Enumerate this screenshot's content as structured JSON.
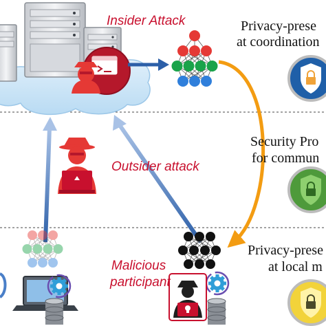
{
  "labels": {
    "insider_attack": "Insider Attack",
    "outsider_attack": "Outsider attack",
    "malicious_line1": "Malicious",
    "malicious_line2": "participant"
  },
  "protections": [
    {
      "line1": "Privacy-prese",
      "line2": "at coordination"
    },
    {
      "line1": "Security Pro",
      "line2": "for commun"
    },
    {
      "line1": "Privacy-prese",
      "line2": "at local m"
    }
  ],
  "colors": {
    "attack_red": "#c8102e",
    "shield_blue": "#1f5fa8",
    "shield_green": "#4e9a3b",
    "shield_yellow": "#f2d33a",
    "node_red": "#e53935",
    "node_green": "#1aa34a",
    "node_blue": "#2f7fdb",
    "node_black": "#111111",
    "arrow_orange": "#f39c12",
    "arrow_blue": "#2c5fa8",
    "arrow_light_blue": "#8aa9d6",
    "cloud": "#cfe6f7"
  },
  "icons": [
    "server-icon",
    "cloud-icon",
    "hacker-icon",
    "neural-network-icon",
    "shield-lock-icon",
    "laptop-icon",
    "database-icon",
    "gear-icon",
    "skull-icon"
  ]
}
